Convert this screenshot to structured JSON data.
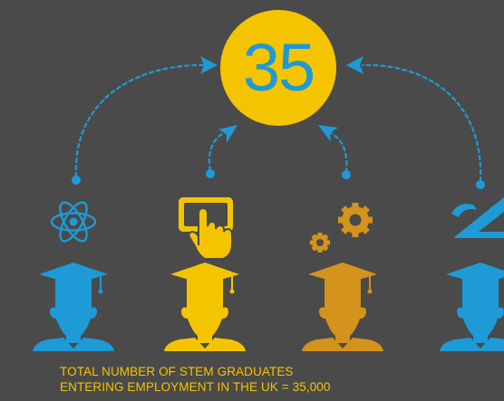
{
  "headline": {
    "value": "35"
  },
  "caption": {
    "line1": "TOTAL NUMBER OF STEM GRADUATES",
    "line2": "ENTERING EMPLOYMENT IN THE UK = 35,000"
  },
  "icons": [
    {
      "subject": "science",
      "icon": "atom-icon",
      "color": "#1e9ad6"
    },
    {
      "subject": "technology",
      "icon": "tablet-touch-icon",
      "color": "#f5c400"
    },
    {
      "subject": "engineering",
      "icon": "gears-icon",
      "color": "#d4931c"
    },
    {
      "subject": "mathematics",
      "icon": "geometry-tools-icon",
      "color": "#1e9ad6"
    }
  ],
  "colors": {
    "background": "#4a4a4a",
    "blue": "#1e9ad6",
    "yellow": "#f5c400",
    "orange": "#d4931c",
    "number_text": "#1e9ad6",
    "caption_text": "#f5c400",
    "connector": "#1e9ad6"
  }
}
